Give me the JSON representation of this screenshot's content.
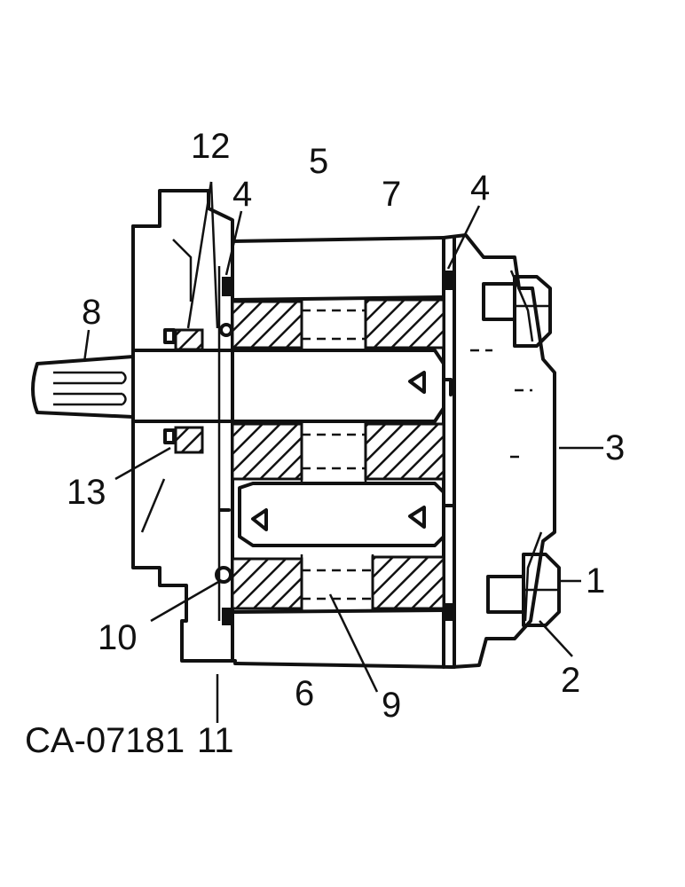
{
  "diagram": {
    "code": "CA-07181",
    "labels": {
      "l1": "1",
      "l2": "2",
      "l3": "3",
      "l4a": "4",
      "l4b": "4",
      "l5": "5",
      "l6": "6",
      "l7": "7",
      "l8": "8",
      "l9": "9",
      "l10": "10",
      "l11": "11",
      "l12": "12",
      "l13": "13"
    }
  }
}
